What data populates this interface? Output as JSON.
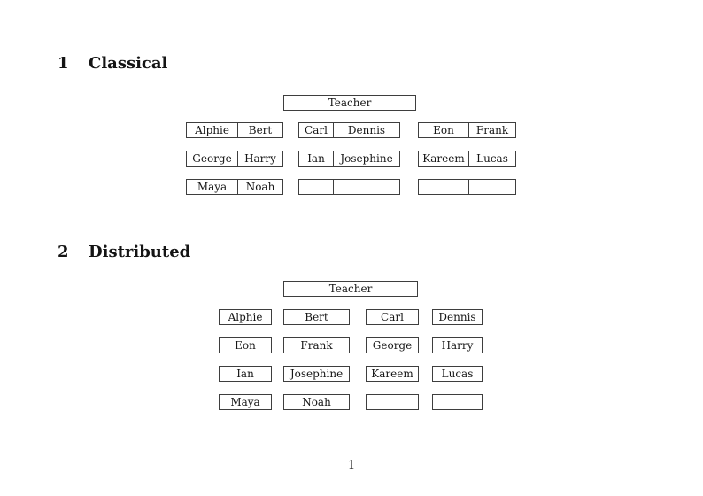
{
  "page": {
    "background": "#ffffff",
    "border_color": "#3e3e3e",
    "text_color": "#161616",
    "page_number": "1"
  },
  "sections": [
    {
      "number": "1",
      "title": "Classical",
      "teacher_label": "Teacher",
      "desks": [
        [
          [
            "Alphie",
            "Bert"
          ],
          [
            "Carl",
            "Dennis"
          ],
          [
            "Eon",
            "Frank"
          ]
        ],
        [
          [
            "George",
            "Harry"
          ],
          [
            "Ian",
            "Josephine"
          ],
          [
            "Kareem",
            "Lucas"
          ]
        ],
        [
          [
            "Maya",
            "Noah"
          ],
          [
            "",
            ""
          ],
          [
            "",
            ""
          ]
        ]
      ]
    },
    {
      "number": "2",
      "title": "Distributed",
      "teacher_label": "Teacher",
      "seats": [
        [
          "Alphie",
          "Bert",
          "Carl",
          "Dennis"
        ],
        [
          "Eon",
          "Frank",
          "George",
          "Harry"
        ],
        [
          "Ian",
          "Josephine",
          "Kareem",
          "Lucas"
        ],
        [
          "Maya",
          "Noah",
          "",
          ""
        ]
      ]
    }
  ]
}
